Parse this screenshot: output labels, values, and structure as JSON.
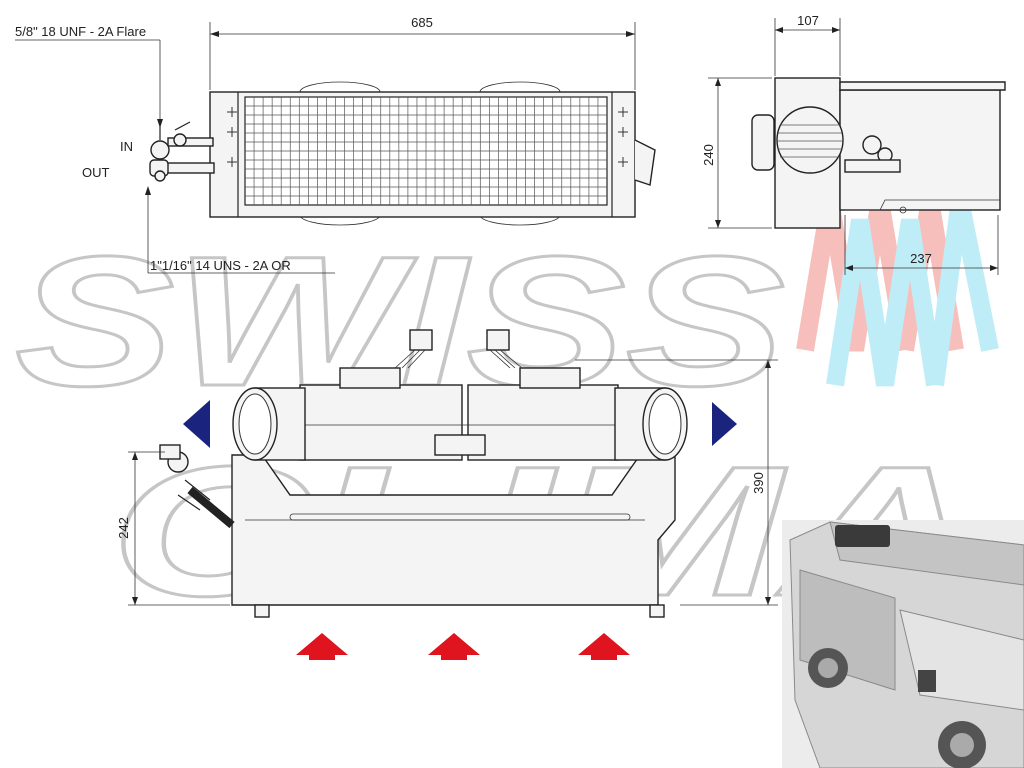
{
  "connector_top_label": "5/8\" 18 UNF - 2A Flare",
  "connector_bottom_label": "1\"1/16\" 14 UNS - 2A OR",
  "in_label": "IN",
  "out_label": "OUT",
  "dims": {
    "top_width": "685",
    "side_width": "107",
    "side_height": "240",
    "side_depth": "237",
    "front_height": "390",
    "front_pipe_height": "242"
  },
  "watermark": {
    "line1": "SWISS",
    "line2": "CLIMA"
  },
  "colors": {
    "airflow_out_arrow": "#1a237e",
    "airflow_in_arrow": "#e0141e",
    "logo_red": "#f7b9b4",
    "logo_cyan": "#b9ecf7",
    "watermark_stroke": "#c6c6c6"
  }
}
